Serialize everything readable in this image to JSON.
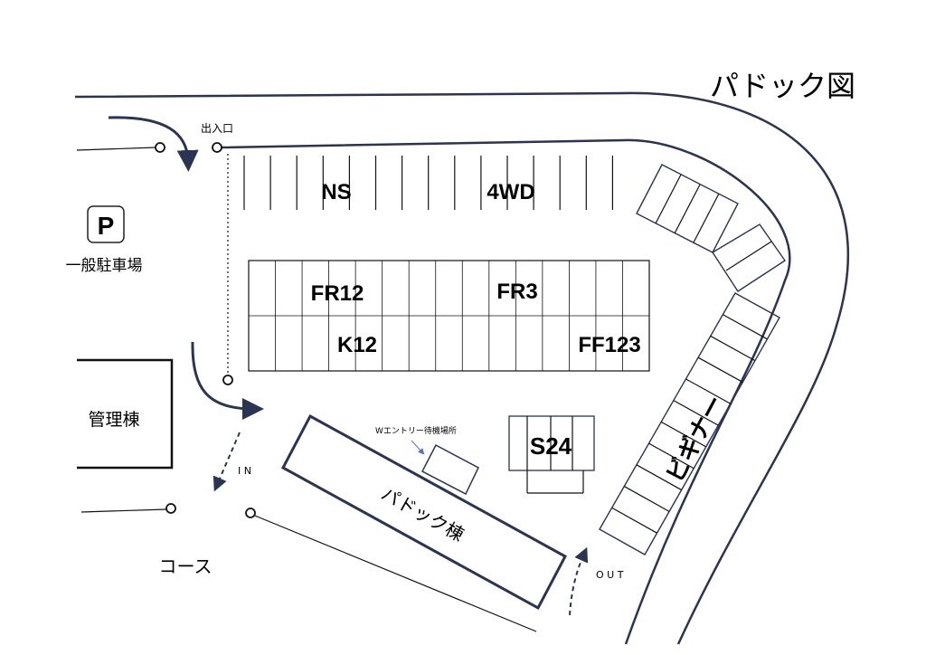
{
  "title": "パドック図",
  "labels": {
    "entrance": "出入口",
    "parking": "一般駐車場",
    "parking_icon": "P",
    "management": "管理棟",
    "course": "コース",
    "in": "I N",
    "out": "O U T",
    "paddock_building": "パドック棟",
    "w_entry": "Wエントリー待機場所",
    "beginner": "ビギナー"
  },
  "zones": {
    "ns": "NS",
    "fourwd": "4WD",
    "fr12": "FR12",
    "fr3": "FR3",
    "k12": "K12",
    "ff123": "FF123",
    "s24": "S24"
  },
  "colors": {
    "road": "#2b3452",
    "arrow": "#2b3452",
    "w_arrow": "#5570c8"
  }
}
